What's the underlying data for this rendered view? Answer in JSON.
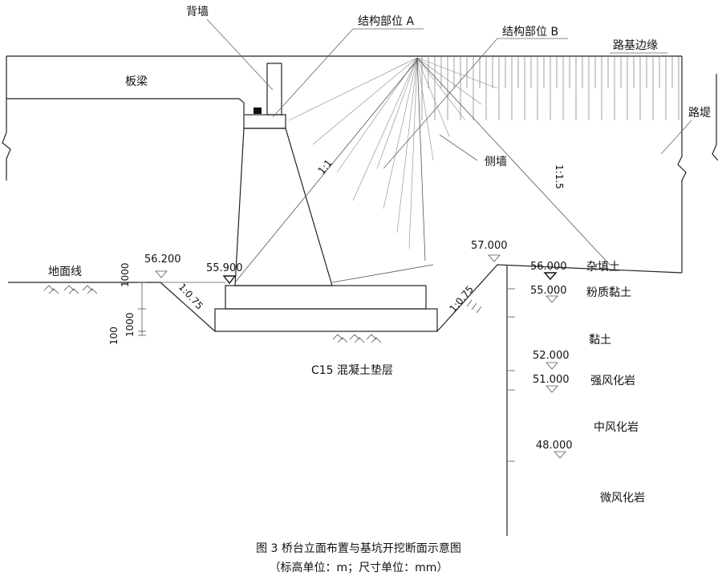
{
  "labels": {
    "back_wall": "背墙",
    "struct_a": "结构部位 A",
    "struct_b": "结构部位 B",
    "subgrade_edge": "路基边缘",
    "slab_beam": "板梁",
    "embankment": "路堤",
    "side_wall": "侧墙",
    "ground_line": "地面线",
    "cushion": "C15 混凝土垫层"
  },
  "slopes": {
    "one_to_one": "1:1",
    "one_to_one_five": "1:1.5",
    "left_cut": "1:0.75",
    "right_cut": "1:0.75"
  },
  "elevations": {
    "e56_200": "56.200",
    "e55_900": "55.900",
    "e57_000": "57.000",
    "e56_000": "56.000",
    "e55_000": "55.000",
    "e52_000": "52.000",
    "e51_000": "51.000",
    "e48_000": "48.000"
  },
  "dimensions": {
    "d1": "1000",
    "d2": "1000",
    "d3": "100"
  },
  "layers": {
    "fill": "杂填土",
    "silty_clay": "粉质黏土",
    "clay": "黏土",
    "strong_weathered": "强风化岩",
    "medium_weathered": "中风化岩",
    "slight_weathered": "微风化岩"
  },
  "caption": {
    "title": "图 3  桥台立面布置与基坑开挖断面示意图",
    "units": "（标高单位：m；尺寸单位：mm）"
  }
}
